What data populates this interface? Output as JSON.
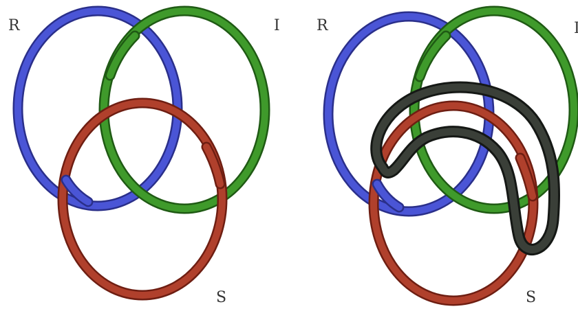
{
  "left_figure": {
    "labels": {
      "r": "R",
      "i": "I",
      "s": "S"
    }
  },
  "right_figure": {
    "labels": {
      "r": "R",
      "i": "I",
      "s": "S"
    }
  },
  "colors": {
    "ring_r": "#4a55d6",
    "ring_r_edge": "#2a2f8a",
    "ring_i": "#3f9a2b",
    "ring_i_edge": "#1f5a14",
    "ring_s": "#b0402c",
    "ring_s_edge": "#6e1e12",
    "ring_extra": "#3a3f38",
    "ring_extra_edge": "#151815"
  }
}
